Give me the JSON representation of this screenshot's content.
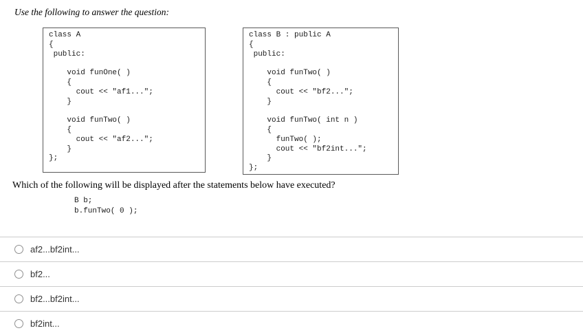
{
  "intro": {
    "text": "Use the following to answer the question:"
  },
  "code_panels": [
    {
      "name": "class-a-definition",
      "code": "class A\n{\n public:\n\n    void funOne( )\n    {\n      cout << \"af1...\";\n    }\n\n    void funTwo( )\n    {\n      cout << \"af2...\";\n    }\n};"
    },
    {
      "name": "class-b-definition",
      "code": "class B : public A\n{\n public:\n\n    void funTwo( )\n    {\n      cout << \"bf2...\";\n    }\n\n    void funTwo( int n )\n    {\n      funTwo( );\n      cout << \"bf2int...\";\n    }\n};"
    }
  ],
  "question": {
    "text": "Which of the following will be displayed after the statements below have executed?",
    "statements_code": "B b;\nb.funTwo( 0 );"
  },
  "options": [
    {
      "label": "af2...bf2int...",
      "selected": false
    },
    {
      "label": "bf2...",
      "selected": false
    },
    {
      "label": "bf2...bf2int...",
      "selected": false
    },
    {
      "label": "bf2int...",
      "selected": false
    }
  ],
  "colors": {
    "panel_border": "#595959",
    "separator_line": "#cccccc",
    "radio_border": "#8f8f8f",
    "option_text": "#333333",
    "body_text": "#000000",
    "code_text": "#1a1a1a"
  }
}
